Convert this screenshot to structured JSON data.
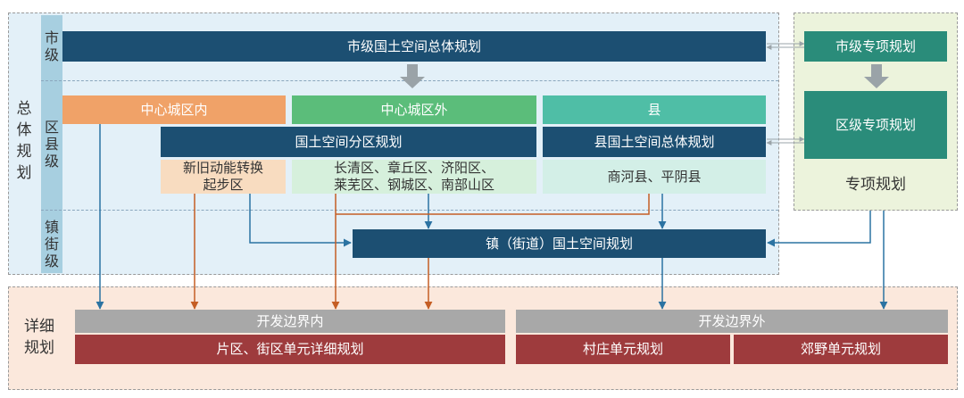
{
  "regions": {
    "overall": "总\n体\n规\n划",
    "special": "专项规划",
    "detailed": "详细\n规划"
  },
  "levels": {
    "city": "市\n级",
    "district": "区\n县\n级",
    "town": "镇\n街\n级"
  },
  "boxes": {
    "city_master": "市级国土空间总体规划",
    "city_special": "市级专项规划",
    "district_special": "区级专项规划",
    "inner_city": "中心城区内",
    "outer_city": "中心城区外",
    "county": "县",
    "zoning_plan": "国土空间分区规划",
    "county_master": "县国土空间总体规划",
    "kinetic_zone": "新旧动能转换\n起步区",
    "districts_list": "长清区、章丘区、济阳区、\n莱芜区、钢城区、南部山区",
    "counties_list": "商河县、平阴县",
    "town_plan": "镇（街道）国土空间规划",
    "dev_inside": "开发边界内",
    "dev_outside": "开发边界外",
    "unit_detailed": "片区、街区单元详细规划",
    "village_unit": "村庄单元规划",
    "suburban_unit": "郊野单元规划"
  },
  "colors": {
    "navy": "#1c4f72",
    "teal": "#2a8c7a",
    "orange": "#f0a268",
    "green": "#5bbd7a",
    "turquoise": "#4fbea6",
    "light_peach": "#f8dcc0",
    "light_green": "#d6f0dc",
    "light_teal": "#d3efe7",
    "gray": "#a8a8a8",
    "dark_red": "#9e3b3d",
    "blue_line": "#2b73a2",
    "orange_line": "#c55e24"
  }
}
